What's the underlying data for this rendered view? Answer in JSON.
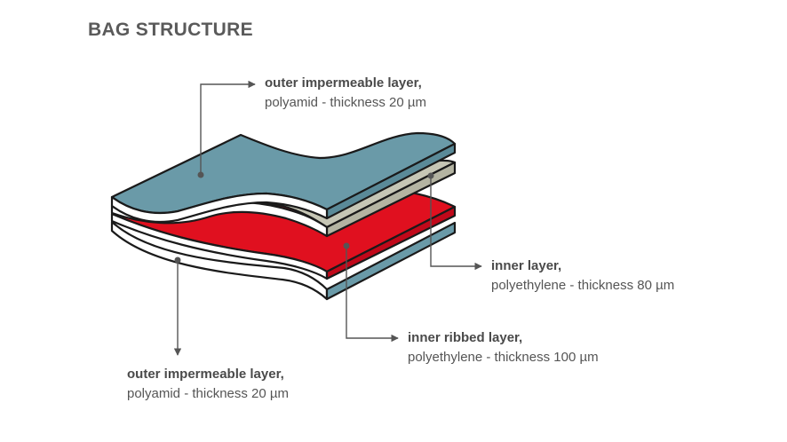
{
  "title": "BAG STRUCTURE",
  "colors": {
    "outer_layer": "#6a9aa8",
    "inner_layer": "#c6c6b5",
    "ribbed_layer": "#e0101f",
    "outline": "#1a1a1a",
    "leader": "#555555"
  },
  "labels": {
    "top_outer": {
      "title": "outer impermeable layer,",
      "detail": "polyamid - thickness 20 µm"
    },
    "inner": {
      "title": "inner layer,",
      "detail": "polyethylene - thickness 80 µm"
    },
    "ribbed": {
      "title": "inner ribbed layer,",
      "detail": "polyethylene - thickness 100 µm"
    },
    "bottom_outer": {
      "title": "outer impermeable layer,",
      "detail": "polyamid - thickness 20 µm"
    }
  }
}
